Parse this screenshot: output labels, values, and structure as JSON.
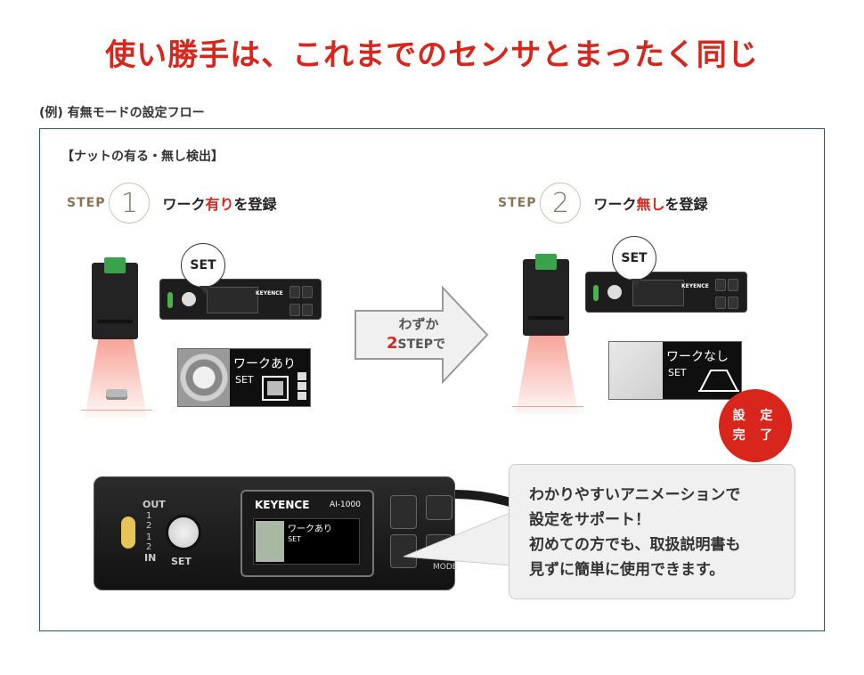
{
  "headline": "使い勝手は、これまでのセンサとまったく同じ",
  "subhead": "(例) 有無モードの設定フロー",
  "case_title": "【ナットの有る・無し検出】",
  "step1": {
    "label": "STEP",
    "number": "1",
    "text_pre": "ワーク",
    "text_red": "有り",
    "text_post": "を登録"
  },
  "step2": {
    "label": "STEP",
    "number": "2",
    "text_pre": "ワーク",
    "text_red": "無し",
    "text_post": "を登録"
  },
  "set_bubble": "SET",
  "panel1": {
    "label": "ワークあり",
    "set": "SET"
  },
  "panel2": {
    "label": "ワークなし",
    "set": "SET"
  },
  "arrow": {
    "line1": "わずか",
    "num": "2",
    "line2": "STEPで"
  },
  "done": {
    "line1": "設 定",
    "line2": "完 了"
  },
  "amp": {
    "brand": "KEYENCE",
    "model": "AI-1000",
    "out": "OUT",
    "in": "IN",
    "set": "SET",
    "mode": "MODE",
    "lcd_title": "ワークあり",
    "lcd_set": "SET",
    "ch_top": [
      "1",
      "2"
    ],
    "ch_bottom": [
      "1",
      "2"
    ]
  },
  "callout": {
    "lines": [
      "わかりやすいアニメーションで",
      "設定をサポート！",
      "初めての方でも、取扱説明書も",
      "見ずに簡単に使用できます。"
    ]
  },
  "colors": {
    "accent_red": "#d8261c",
    "frame_border": "#2e5a63",
    "step_brown": "#8a7358"
  }
}
